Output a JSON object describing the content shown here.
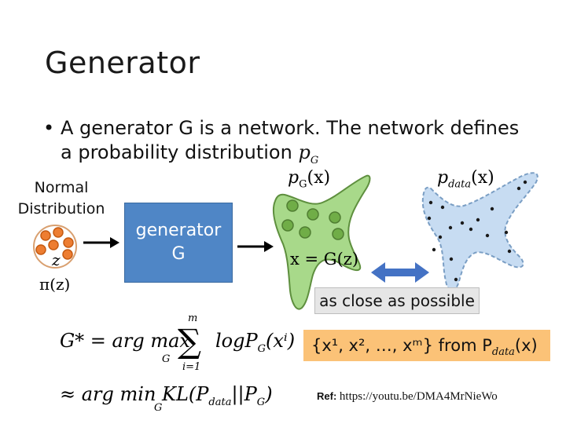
{
  "slide": {
    "title": "Generator",
    "bullet_text": "A generator G is a network. The network defines a probability distribution",
    "bullet_symbol": "p",
    "bullet_symbol_sub": "G"
  },
  "left": {
    "normal_label_line1": "Normal",
    "normal_label_line2": "Distribution",
    "z_label": "z",
    "pi_label": "π(z)"
  },
  "generator_box": {
    "line1": "generator",
    "line2": "G",
    "color": "#4f86c6"
  },
  "distributions": {
    "pg_label": "p",
    "pg_sub": "G",
    "pg_arg": "(x)",
    "pdata_label": "p",
    "pdata_sub": "data",
    "pdata_arg": "(x)",
    "x_eq": "x = G(z)",
    "pg_color": "#a8d98a",
    "pdata_color": "#c7dcf2"
  },
  "comparison": {
    "close_text": "as close as possible",
    "arrow_color": "#4472c4"
  },
  "samples": {
    "set_text": "{x¹, x², …, xᵐ} from P",
    "set_sub": "data",
    "set_arg": "(x)",
    "color": "#fbc277"
  },
  "formulas": {
    "f1_main": "G* = arg max",
    "f1_under": "G",
    "f1_sum_top": "m",
    "f1_sum_bottom": "i=1",
    "f1_rest": "logP",
    "f1_rest_sub": "G",
    "f1_rest_arg": "(xⁱ)",
    "f2_main": "≈ arg min KL(P",
    "f2_under": "G",
    "f2_sub1": "data",
    "f2_mid": "||P",
    "f2_sub2": "G",
    "f2_end": ")"
  },
  "reference": {
    "label": "Ref:",
    "url": "https://youtu.be/DMA4MrNieWo"
  }
}
